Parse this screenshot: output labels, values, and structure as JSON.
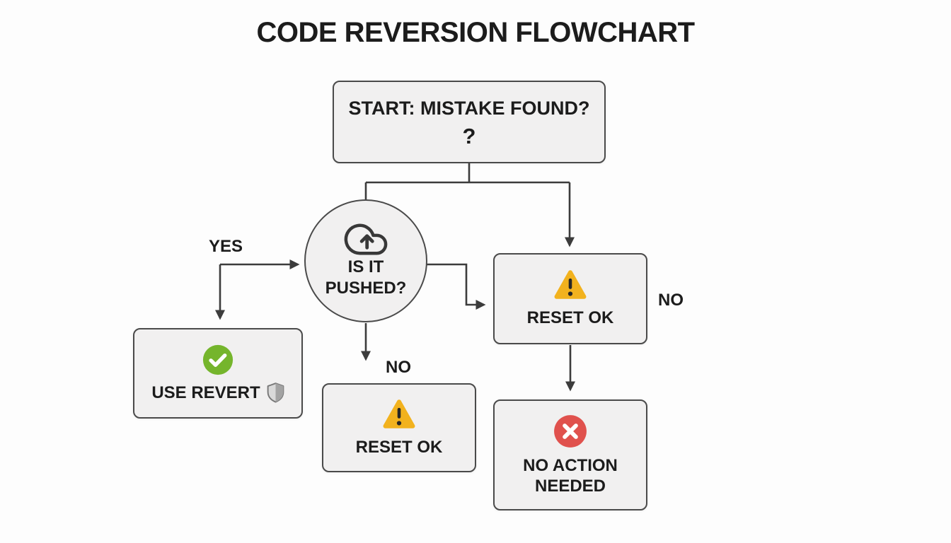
{
  "title": "CODE REVERSION FLOWCHART",
  "nodes": {
    "start": {
      "line1": "START: MISTAKE FOUND?",
      "line2": "?"
    },
    "decision": {
      "label": "IS IT PUSHED?",
      "icon": "cloud-upload-icon"
    },
    "use_revert": {
      "label": "USE REVERT",
      "icon": "check-icon",
      "trailing_icon": "shield-icon"
    },
    "reset_ok_left": {
      "label": "RESET OK",
      "icon": "warning-icon"
    },
    "reset_ok_right": {
      "label": "RESET OK",
      "icon": "warning-icon"
    },
    "no_action": {
      "label": "NO ACTION NEEDED",
      "icon": "error-icon"
    }
  },
  "labels": {
    "yes": "YES",
    "no_bottom": "NO",
    "no_right": "NO"
  },
  "colors": {
    "background": "#fdfdfd",
    "node_fill": "#f1f0f0",
    "node_border": "#4a4a4a",
    "connector": "#3c3c3c",
    "text": "#1c1c1c",
    "success_green": "#75b52c",
    "warning_amber": "#f2b21e",
    "error_red": "#e0514d",
    "shield_gray": "#a3a3a3"
  }
}
